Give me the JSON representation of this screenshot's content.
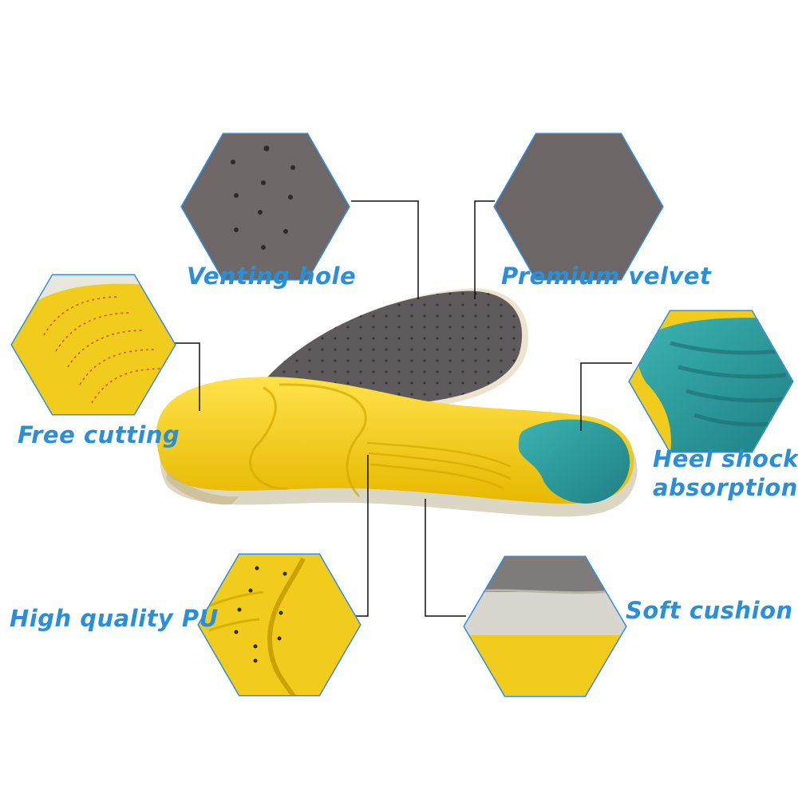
{
  "features": {
    "venting_hole": "Venting hole",
    "premium_velvet": "Premium velvet",
    "free_cutting": "Free cutting",
    "heel_shock_line1": "Heel shock",
    "heel_shock_line2": "absorption",
    "high_quality_pu": "High quality PU",
    "soft_cushion": "Soft cushion"
  },
  "colors": {
    "label": "#2a8fd6",
    "insole_yellow": "#f3d21f",
    "top_grey": "#5f5b5c",
    "heel_teal": "#2f9c9b",
    "hexagon_border": "#2f8ee0"
  }
}
